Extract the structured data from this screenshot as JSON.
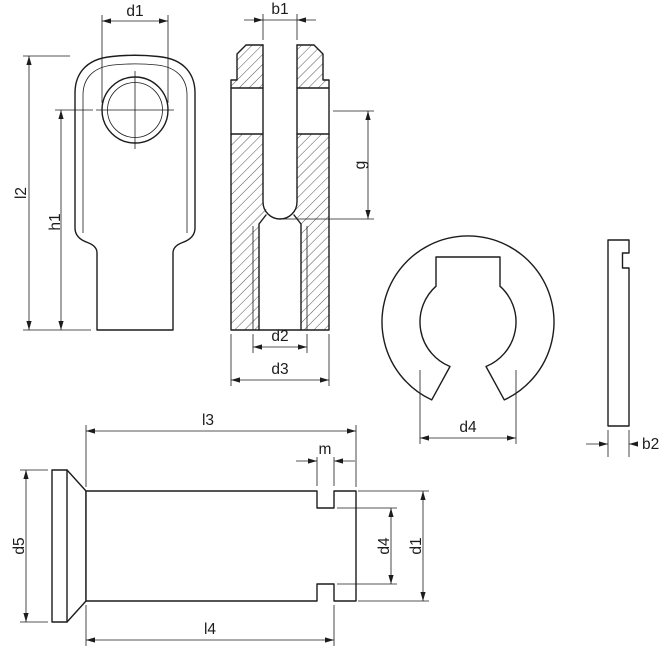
{
  "colors": {
    "background": "#ffffff",
    "line": "#1c1c1c"
  },
  "dimensions": {
    "front_view": {
      "d1": "d1",
      "l2": "l2",
      "h1": "h1"
    },
    "section_view": {
      "b1": "b1",
      "g": "g",
      "d2": "d2",
      "d3": "d3"
    },
    "snap_ring": {
      "d4": "d4",
      "b2": "b2"
    },
    "pin": {
      "l3": "l3",
      "m": "m",
      "l4": "l4",
      "d5": "d5",
      "d4": "d4",
      "d1": "d1"
    }
  }
}
